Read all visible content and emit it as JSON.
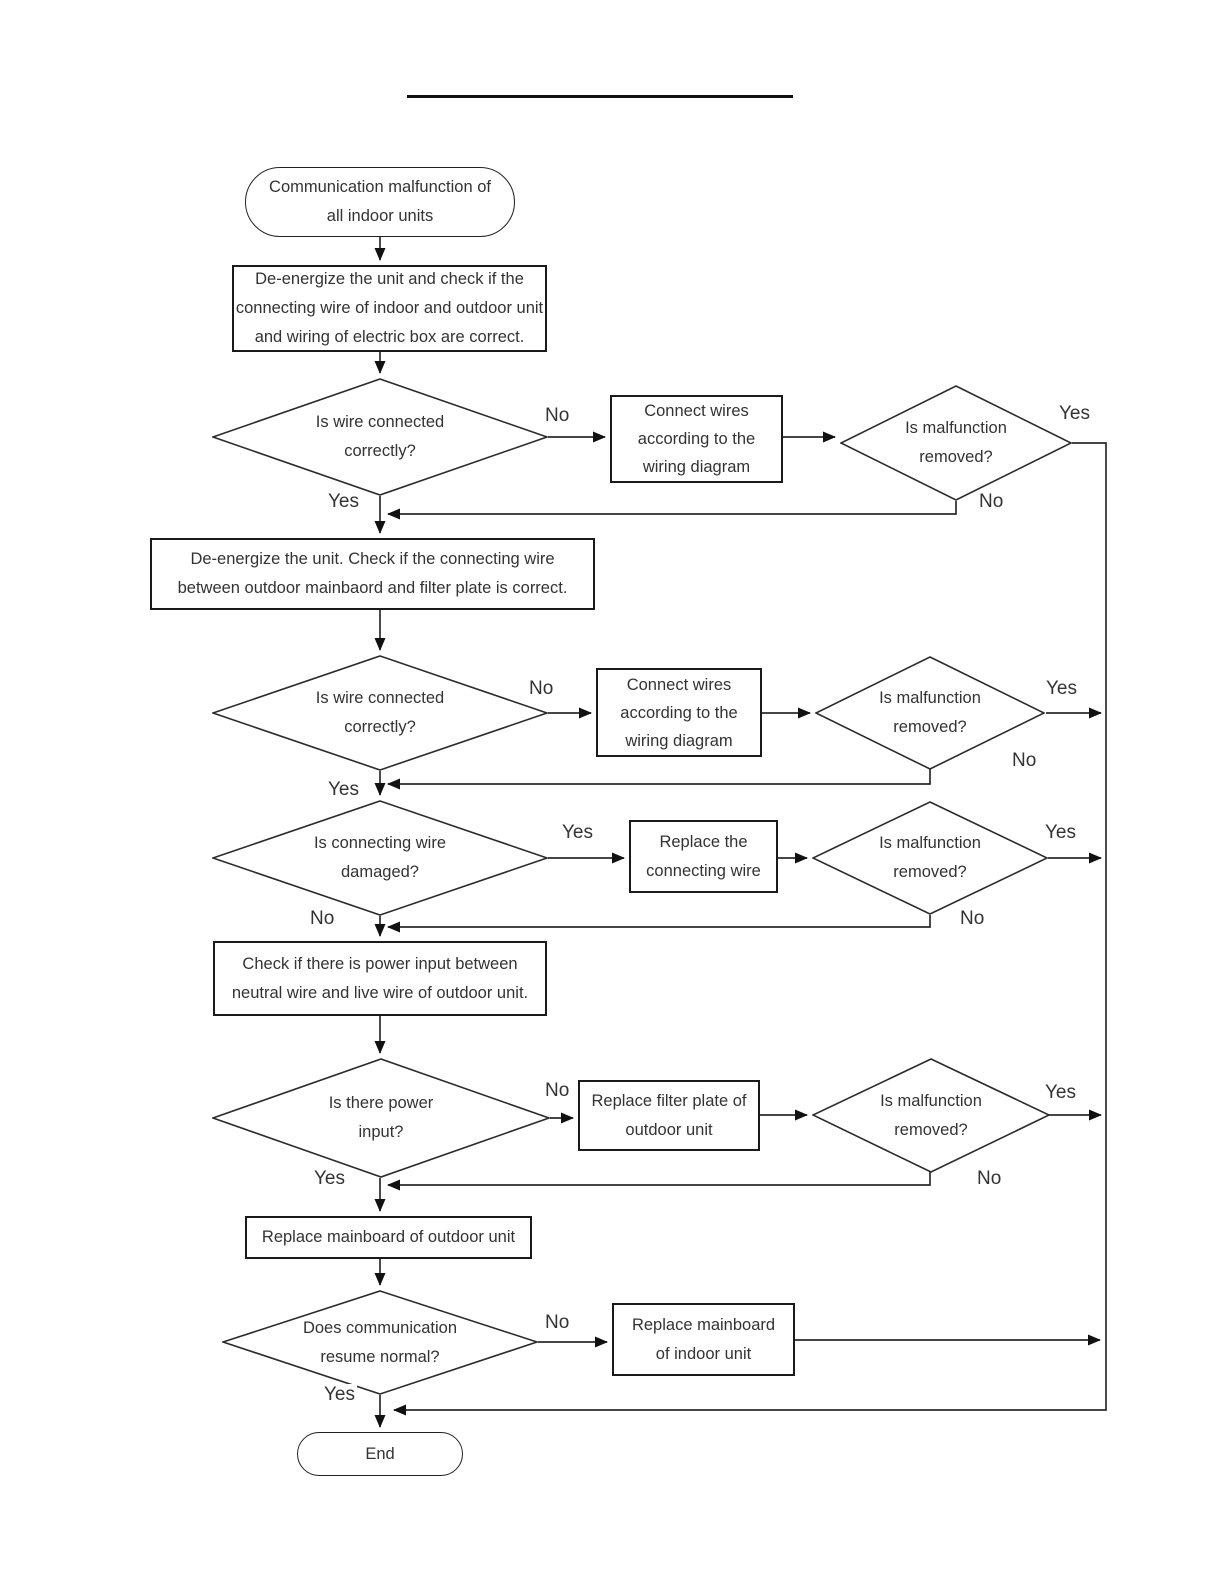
{
  "page": {
    "background": "#ffffff",
    "line_color": "#2b2b2b",
    "text_color": "#333333"
  },
  "nodes": {
    "start": {
      "type": "terminal",
      "lines": [
        "Communication malfunction of",
        "all indoor units"
      ]
    },
    "check_wiring_box": {
      "type": "process",
      "lines": [
        "De-energize the unit and check if the",
        "connecting wire of indoor and outdoor unit",
        "and wiring of electric box are correct."
      ]
    },
    "d_wire_correct_1": {
      "type": "decision",
      "lines": [
        "Is wire connected",
        "correctly?"
      ]
    },
    "p_connect_wires_1": {
      "type": "process",
      "lines": [
        "Connect wires",
        "according to the",
        "wiring diagram"
      ]
    },
    "d_malfunction_1": {
      "type": "decision",
      "lines": [
        "Is malfunction",
        "removed?"
      ]
    },
    "check_mainboard_filter_box": {
      "type": "process",
      "lines": [
        "De-energize the unit. Check if the connecting wire",
        "between outdoor mainbaord and filter plate is correct."
      ]
    },
    "d_wire_correct_2": {
      "type": "decision",
      "lines": [
        "Is wire connected",
        "correctly?"
      ]
    },
    "p_connect_wires_2": {
      "type": "process",
      "lines": [
        "Connect wires",
        "according to the",
        "wiring diagram"
      ]
    },
    "d_malfunction_2": {
      "type": "decision",
      "lines": [
        "Is malfunction",
        "removed?"
      ]
    },
    "d_wire_damaged": {
      "type": "decision",
      "lines": [
        "Is connecting wire",
        "damaged?"
      ]
    },
    "p_replace_wire": {
      "type": "process",
      "lines": [
        "Replace the",
        "connecting wire"
      ]
    },
    "d_malfunction_3": {
      "type": "decision",
      "lines": [
        "Is malfunction",
        "removed?"
      ]
    },
    "check_power_box": {
      "type": "process",
      "lines": [
        "Check if there is power input between",
        "neutral wire and live wire of outdoor unit."
      ]
    },
    "d_power_input": {
      "type": "decision",
      "lines": [
        "Is there power",
        "input?"
      ]
    },
    "p_replace_filter": {
      "type": "process",
      "lines": [
        "Replace filter plate of",
        "outdoor unit"
      ]
    },
    "d_malfunction_4": {
      "type": "decision",
      "lines": [
        "Is malfunction",
        "removed?"
      ]
    },
    "p_replace_outdoor_mainboard": {
      "type": "process",
      "lines": [
        "Replace mainboard of outdoor unit"
      ]
    },
    "d_comm_resume": {
      "type": "decision",
      "lines": [
        "Does communication",
        "resume normal?"
      ]
    },
    "p_replace_indoor_mainboard": {
      "type": "process",
      "lines": [
        "Replace mainboard",
        "of indoor unit"
      ]
    },
    "end": {
      "type": "terminal",
      "lines": [
        "End"
      ]
    }
  },
  "labels": {
    "d1_no": "No",
    "d1_yes": "Yes",
    "m1_yes": "Yes",
    "m1_no": "No",
    "d2_no": "No",
    "d2_yes": "Yes",
    "m2_yes": "Yes",
    "m2_no": "No",
    "d3_yes": "Yes",
    "d3_no": "No",
    "m3_yes": "Yes",
    "m3_no": "No",
    "d4_no": "No",
    "d4_yes": "Yes",
    "m4_yes": "Yes",
    "m4_no": "No",
    "d5_no": "No",
    "d5_yes": "Yes"
  }
}
